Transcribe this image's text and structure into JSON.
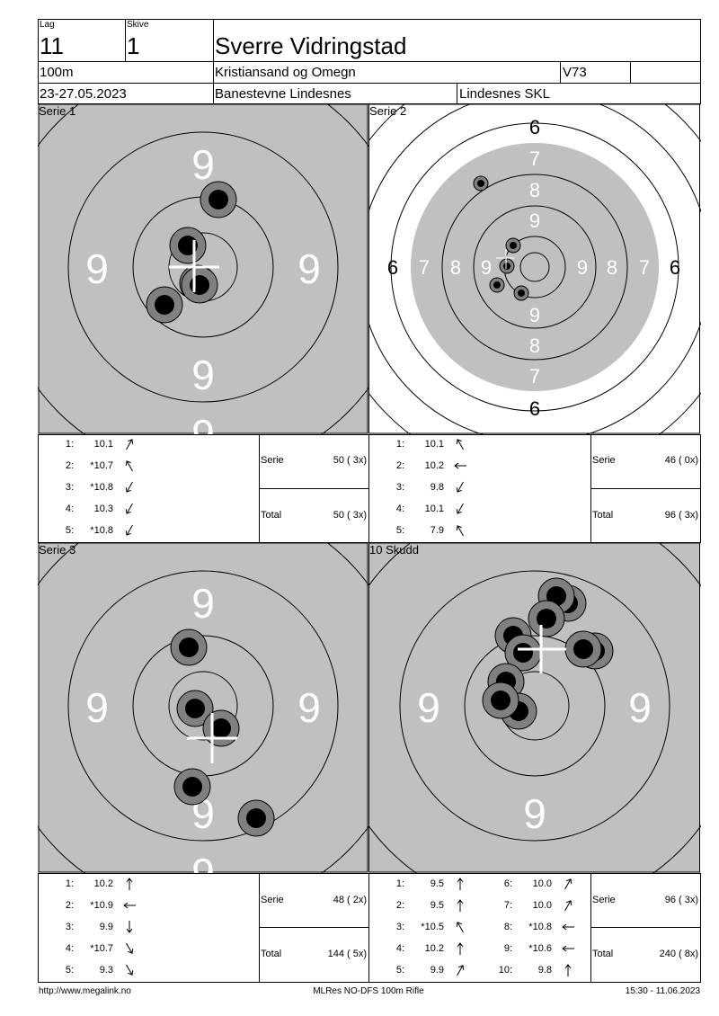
{
  "header": {
    "lag_label": "Lag",
    "lag_value": "11",
    "skive_label": "Skive",
    "skive_value": "1",
    "shooter_name": "Sverre Vidringstad",
    "distance": "100m",
    "club": "Kristiansand og Omegn",
    "class_code": "V73",
    "dates": "23-27.05.2023",
    "event": "Banestevne Lindesnes",
    "organizer": "Lindesnes SKL"
  },
  "panels": [
    {
      "title": "Serie 1",
      "rings": [
        "9",
        "9",
        "9",
        "9",
        "9"
      ],
      "shots": [
        {
          "n": "1:",
          "v": "10.1",
          "dir": "up-right"
        },
        {
          "n": "2:",
          "v": "*10.7",
          "dir": "up-left"
        },
        {
          "n": "3:",
          "v": "*10.8",
          "dir": "down-left"
        },
        {
          "n": "4:",
          "v": "10.3",
          "dir": "down-left"
        },
        {
          "n": "5:",
          "v": "*10.8",
          "dir": "down-left"
        }
      ],
      "serie_label": "Serie",
      "serie_value": "50 ( 3x)",
      "total_label": "Total",
      "total_value": "50 ( 3x)"
    },
    {
      "title": "Serie 2",
      "ring_labels": {
        "six": "6",
        "seven": "7",
        "eight": "8",
        "nine": "9"
      },
      "shots": [
        {
          "n": "1:",
          "v": "10.1",
          "dir": "up-left"
        },
        {
          "n": "2:",
          "v": "10.2",
          "dir": "left"
        },
        {
          "n": "3:",
          "v": "9.8",
          "dir": "down-left"
        },
        {
          "n": "4:",
          "v": "10.1",
          "dir": "down-left"
        },
        {
          "n": "5:",
          "v": "7.9",
          "dir": "up-left"
        }
      ],
      "serie_label": "Serie",
      "serie_value": "46 ( 0x)",
      "total_label": "Total",
      "total_value": "96 ( 3x)"
    },
    {
      "title": "Serie 3",
      "rings": [
        "9",
        "9",
        "9",
        "9",
        "9"
      ],
      "shots": [
        {
          "n": "1:",
          "v": "10.2",
          "dir": "up"
        },
        {
          "n": "2:",
          "v": "*10.9",
          "dir": "left"
        },
        {
          "n": "3:",
          "v": "9.9",
          "dir": "down"
        },
        {
          "n": "4:",
          "v": "*10.7",
          "dir": "down-right"
        },
        {
          "n": "5:",
          "v": "9.3",
          "dir": "down-right"
        }
      ],
      "serie_label": "Serie",
      "serie_value": "48 ( 2x)",
      "total_label": "Total",
      "total_value": "144 ( 5x)"
    },
    {
      "title": "10 Skudd",
      "rings": [
        "9",
        "9",
        "9",
        "9"
      ],
      "shots": [
        {
          "n": "1:",
          "v": "9.5",
          "dir": "up"
        },
        {
          "n": "2:",
          "v": "9.5",
          "dir": "up"
        },
        {
          "n": "3:",
          "v": "*10.5",
          "dir": "up-left"
        },
        {
          "n": "4:",
          "v": "10.2",
          "dir": "up"
        },
        {
          "n": "5:",
          "v": "9.9",
          "dir": "up-right"
        },
        {
          "n": "6:",
          "v": "10.0",
          "dir": "up-right"
        },
        {
          "n": "7:",
          "v": "10.0",
          "dir": "up-right"
        },
        {
          "n": "8:",
          "v": "*10.8",
          "dir": "left"
        },
        {
          "n": "9:",
          "v": "*10.6",
          "dir": "left"
        },
        {
          "n": "10:",
          "v": "9.8",
          "dir": "up"
        }
      ],
      "serie_label": "Serie",
      "serie_value": "96 ( 3x)",
      "total_label": "Total",
      "total_value": "240 ( 8x)"
    }
  ],
  "footer": {
    "left": "http://www.megalink.no",
    "center": "MLRes NO-DFS 100m Rifle",
    "right": "15:30 - 11.06.2023"
  },
  "colors": {
    "target_grey": "#c0c0c0",
    "shot_outer": "#808080",
    "shot_inner": "#000000",
    "white": "#ffffff"
  }
}
